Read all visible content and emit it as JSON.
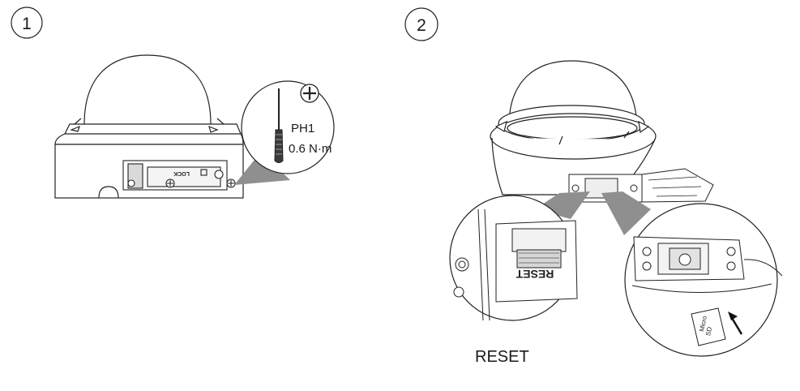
{
  "steps": [
    {
      "number": "1",
      "tool": "PH1",
      "torque": "0.6 N·m"
    },
    {
      "number": "2"
    }
  ],
  "labels": {
    "reset_caption": "RESET",
    "reset_marking_label": "RESET",
    "lock_marking": "LOCK",
    "micro_sd_line1": "Micro",
    "micro_sd_line2": "SD"
  },
  "icons": {
    "screw_head": "phillips-screw-head-icon",
    "screwdriver": "screwdriver-icon",
    "insert_arrow": "arrow-up-left-icon"
  }
}
